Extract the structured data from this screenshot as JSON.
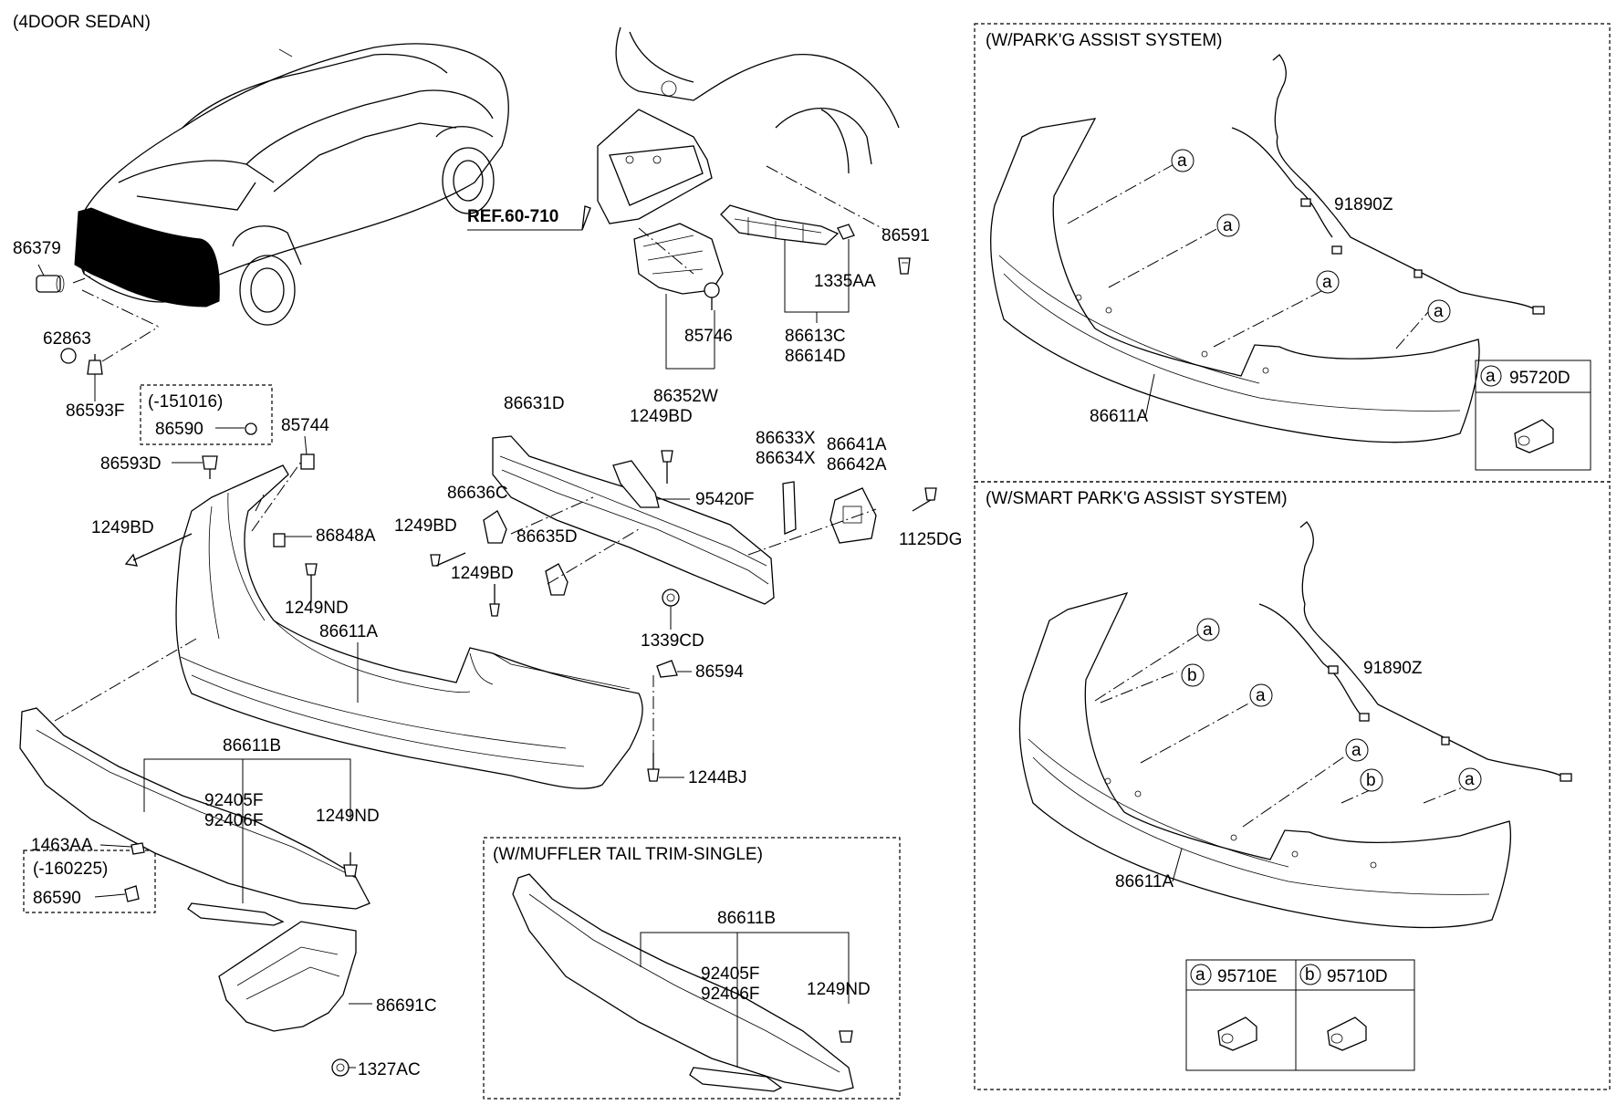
{
  "titles": {
    "main": "(4DOOR SEDAN)",
    "park_assist": "(W/PARK'G ASSIST SYSTEM)",
    "smart_park_assist": "(W/SMART PARK'G ASSIST SYSTEM)",
    "muffler": "(W/MUFFLER TAIL TRIM-SINGLE)"
  },
  "reference": "REF.60-710",
  "callouts": {
    "a": "a",
    "b": "b"
  },
  "main_labels": {
    "p86379": "86379",
    "p62863": "62863",
    "p86593F": "86593F",
    "date_151016": "(-151016)",
    "p86590_top": "86590",
    "p85744": "85744",
    "p86593D": "86593D",
    "p1249BD_left": "1249BD",
    "p86848A": "86848A",
    "p1249ND_left": "1249ND",
    "p86611A": "86611A",
    "p86611B": "86611B",
    "p92405F": "92405F",
    "p92406F": "92406F",
    "p1249ND_lower": "1249ND",
    "p1463AA": "1463AA",
    "date_160225": "(-160225)",
    "p86590_bottom": "86590",
    "p86691C": "86691C",
    "p1327AC": "1327AC",
    "p85746": "85746",
    "p86352W": "86352W",
    "p1249BD_mid": "1249BD",
    "p86631D": "86631D",
    "p86636C": "86636C",
    "p1249BD_mid2": "1249BD",
    "p86635D": "86635D",
    "p1249BD_mid3": "1249BD",
    "p95420F": "95420F",
    "p1339CD": "1339CD",
    "p86594": "86594",
    "p1244BJ": "1244BJ",
    "p86613C": "86613C",
    "p86614D": "86614D",
    "p86591": "86591",
    "p1335AA": "1335AA",
    "p86633X": "86633X",
    "p86634X": "86634X",
    "p86641A": "86641A",
    "p86642A": "86642A",
    "p1125DG": "1125DG"
  },
  "muffler_labels": {
    "p86611B": "86611B",
    "p92405F": "92405F",
    "p92406F": "92406F",
    "p1249ND": "1249ND"
  },
  "park_labels": {
    "p91890Z": "91890Z",
    "p86611A": "86611A",
    "p95720D": "95720D"
  },
  "smart_labels": {
    "p91890Z": "91890Z",
    "p86611A": "86611A",
    "p95710E": "95710E",
    "p95710D": "95710D"
  }
}
